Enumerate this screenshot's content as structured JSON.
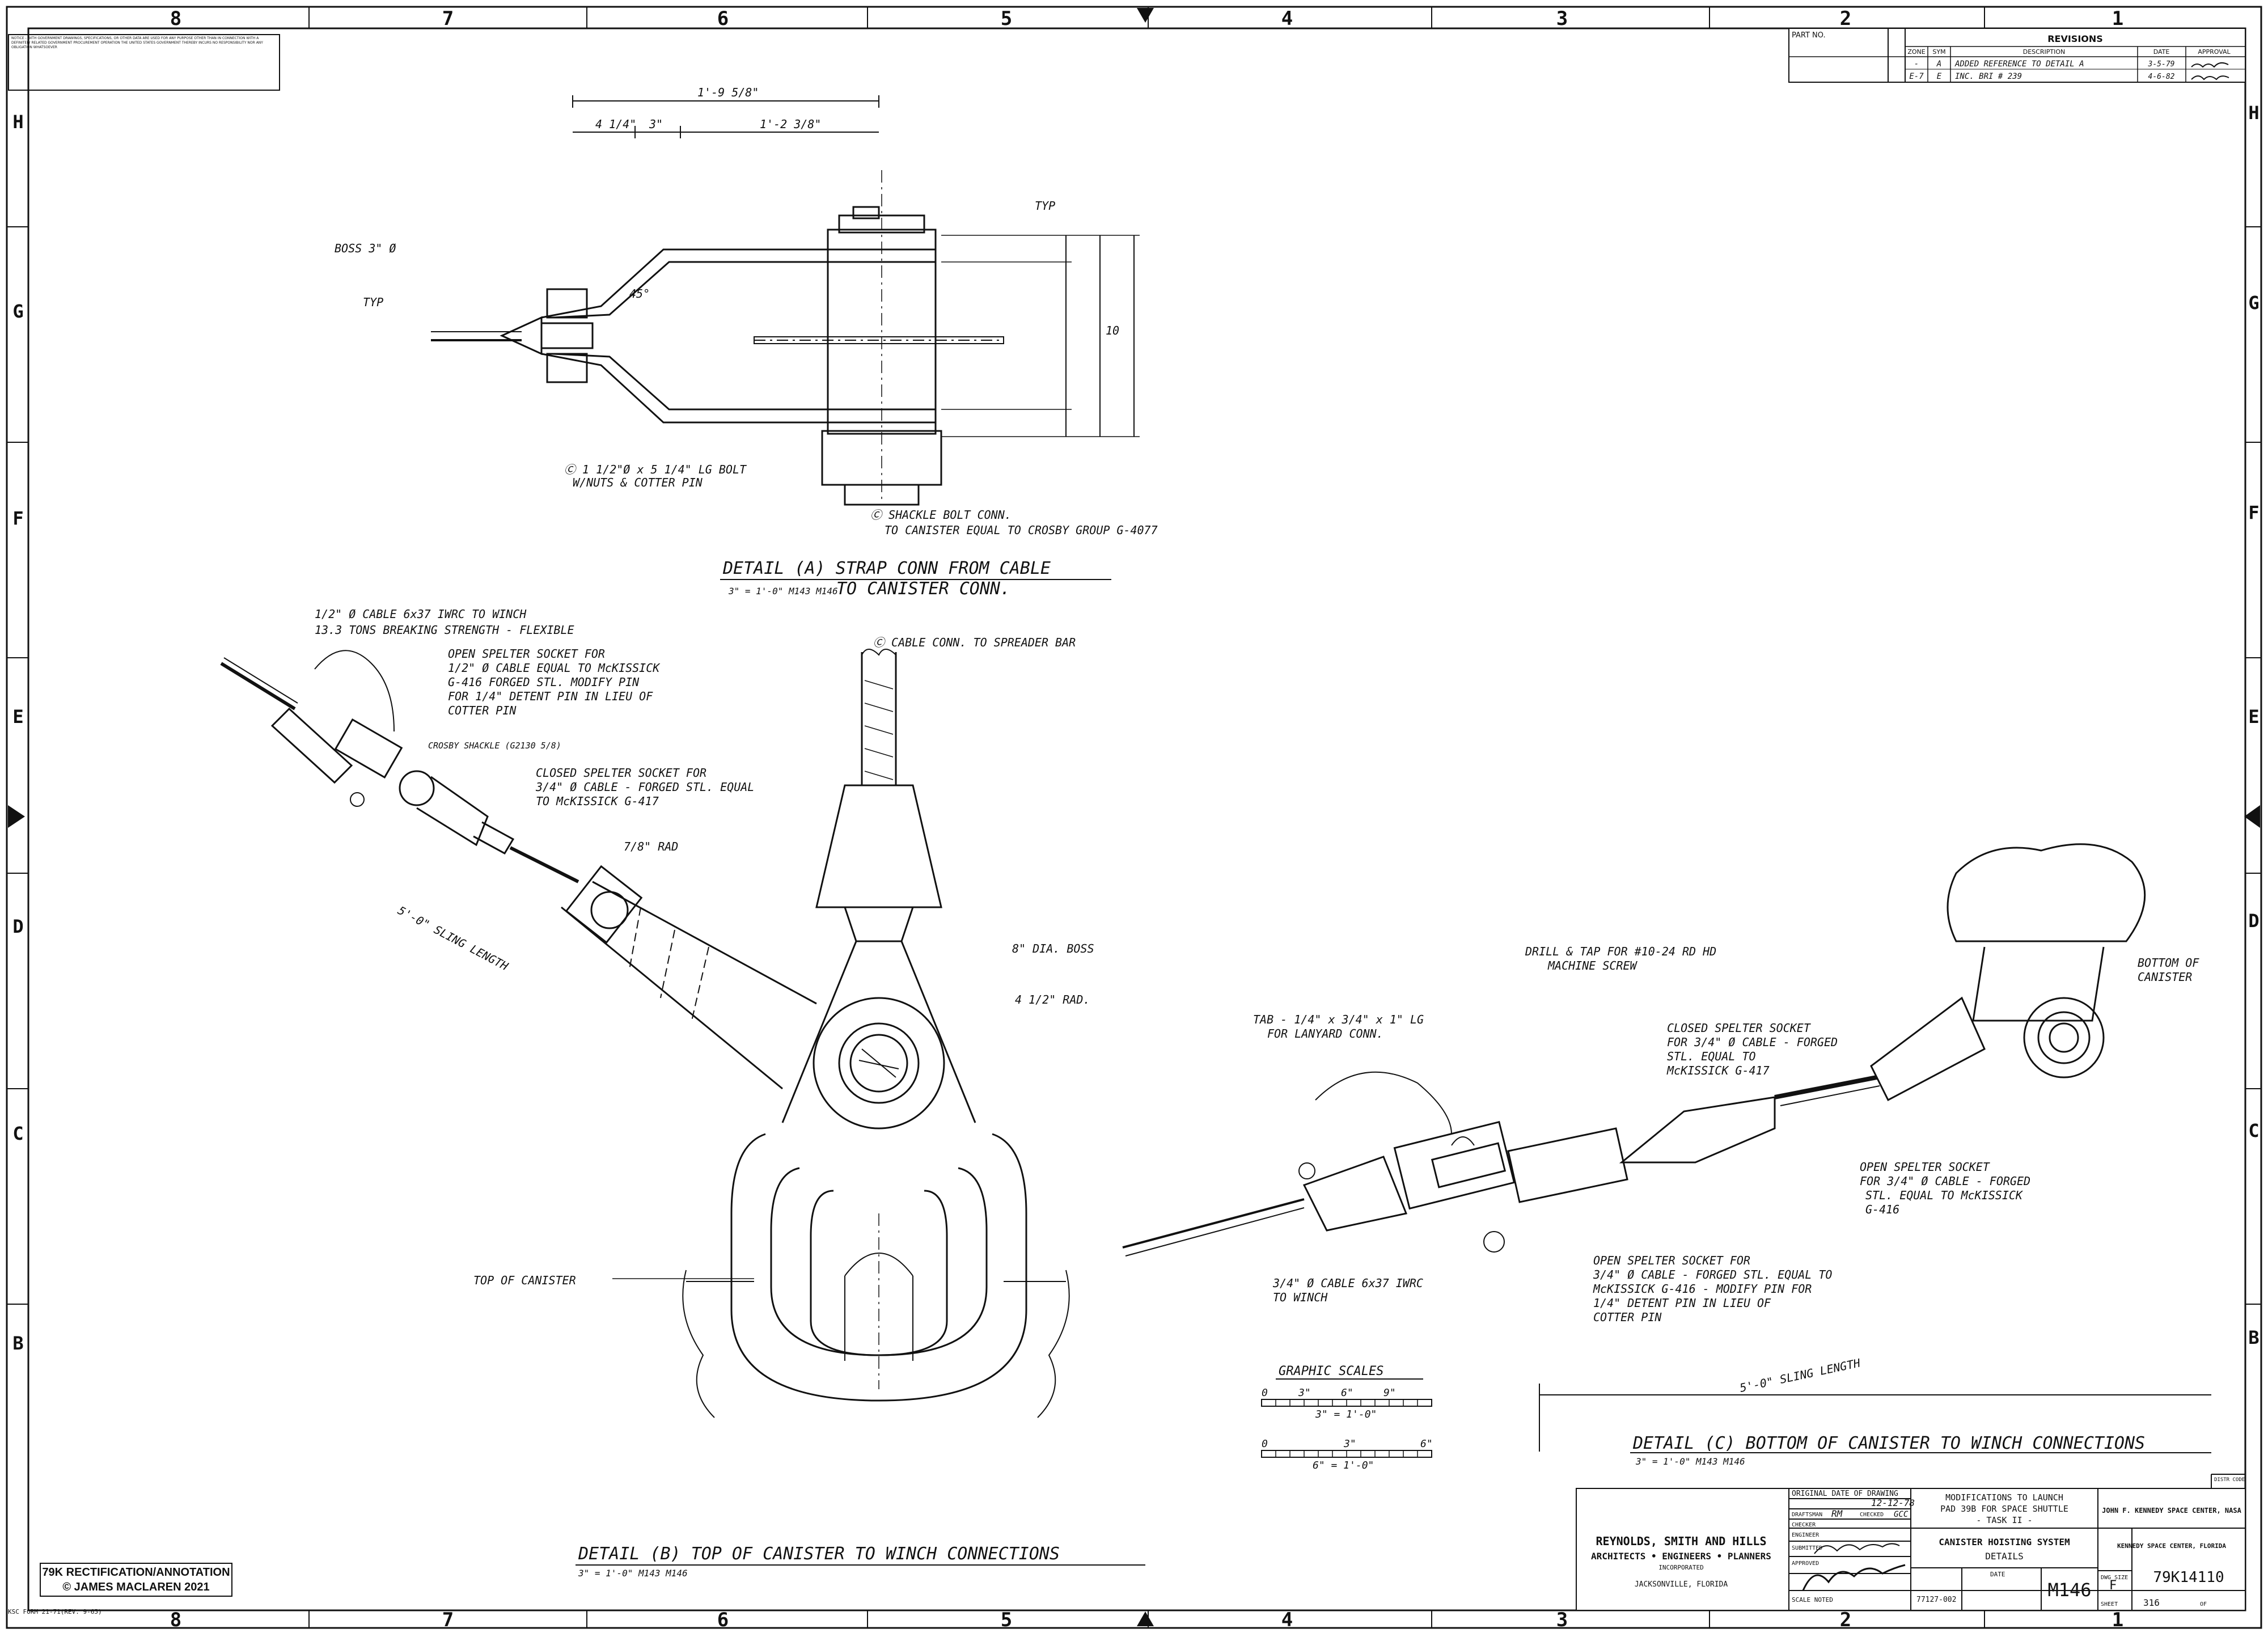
{
  "border": {
    "columns": [
      "8",
      "7",
      "6",
      "5",
      "4",
      "3",
      "2",
      "1"
    ],
    "rows": [
      "H",
      "G",
      "F",
      "E",
      "D",
      "C",
      "B"
    ]
  },
  "notice": "NOTICE - WITH GOVERNMENT DRAWINGS, SPECIFICATIONS, OR OTHER DATA ARE USED FOR ANY PURPOSE OTHER THAN IN CONNECTION WITH A DEFINITELY RELATED GOVERNMENT PROCUREMENT OPERATION THE UNITED STATES GOVERNMENT THEREBY INCURS NO RESPONSIBILITY NOR ANY OBLIGATION WHATSOEVER",
  "revisions": {
    "part_no_label": "PART NO.",
    "title": "REVISIONS",
    "headers": [
      "ZONE",
      "SYM",
      "DESCRIPTION",
      "DATE",
      "APPROVAL"
    ],
    "rows": [
      {
        "zone": "-",
        "sym": "A",
        "desc": "ADDED REFERENCE TO DETAIL A",
        "date": "3-5-79",
        "appr": ""
      },
      {
        "zone": "E-7",
        "sym": "E",
        "desc": "INC. BRI # 239",
        "date": "4-6-82",
        "appr": ""
      }
    ]
  },
  "detail_a": {
    "dims": [
      "1'-9 5/8\"",
      "4 1/4\"",
      "3\"",
      "1'-2 3/8\""
    ],
    "boss": "BOSS 3\" Ø",
    "typ": "TYP",
    "typ2": "TYP",
    "angle": "45°",
    "dim_10": "10",
    "bolt_note": [
      "Ⓒ 1 1/2\"Ø x 5 1/4\" LG BOLT",
      "W/NUTS & COTTER PIN"
    ],
    "shackle_note": [
      "Ⓒ SHACKLE BOLT CONN.",
      "TO CANISTER EQUAL TO CROSBY GROUP G-4077"
    ],
    "title_line1": "DETAIL (A) STRAP CONN FROM CABLE",
    "title_line2": "TO CANISTER CONN.",
    "scale": "3\" = 1'-0\"  M143 M146"
  },
  "detail_b": {
    "cable_note": [
      "1/2\" Ø CABLE 6x37 IWRC TO WINCH",
      "13.3 TONS BREAKING STRENGTH - FLEXIBLE"
    ],
    "open_socket_note": [
      "OPEN SPELTER SOCKET FOR",
      "1/2\" Ø CABLE EQUAL TO McKISSICK",
      "G-416 FORGED STL. MODIFY PIN",
      "FOR 1/4\" DETENT PIN IN LIEU OF",
      "COTTER PIN"
    ],
    "crosby": "CROSBY SHACKLE (G2130 5/8)",
    "closed_socket_note": [
      "CLOSED SPELTER SOCKET FOR",
      "3/4\" Ø CABLE - FORGED STL. EQUAL",
      "TO McKISSICK G-417"
    ],
    "rad": "7/8\" RAD",
    "sling": "5'-0\" SLING LENGTH",
    "spreader": "Ⓒ CABLE CONN. TO SPREADER BAR",
    "boss": "8\" DIA. BOSS",
    "rad2": "4 1/2\" RAD.",
    "top": "TOP OF CANISTER",
    "title": "DETAIL (B) TOP OF CANISTER TO WINCH CONNECTIONS",
    "scale": "3\" = 1'-0\"  M143 M146"
  },
  "detail_c": {
    "drill": [
      "DRILL & TAP FOR #10-24 RD HD",
      "MACHINE SCREW"
    ],
    "tab": [
      "TAB - 1/4\" x 3/4\" x 1\" LG",
      "FOR LANYARD CONN."
    ],
    "closed_socket": [
      "CLOSED SPELTER SOCKET",
      "FOR 3/4\" Ø CABLE - FORGED",
      "STL. EQUAL TO",
      "McKISSICK G-417"
    ],
    "bottom": [
      "BOTTOM OF",
      "CANISTER"
    ],
    "open_socket": [
      "OPEN SPELTER SOCKET",
      "FOR 3/4\" Ø CABLE - FORGED",
      "STL. EQUAL TO McKISSICK",
      "G-416"
    ],
    "cable": [
      "3/4\" Ø CABLE 6x37 IWRC",
      "TO WINCH"
    ],
    "open_socket2": [
      "OPEN SPELTER SOCKET FOR",
      "3/4\" Ø CABLE - FORGED STL. EQUAL TO",
      "McKISSICK G-416 - MODIFY PIN FOR",
      "1/4\" DETENT PIN IN LIEU OF",
      "COTTER PIN"
    ],
    "sling": "5'-0\" SLING LENGTH",
    "title": "DETAIL (C) BOTTOM OF CANISTER TO WINCH CONNECTIONS",
    "scale": "3\" = 1'-0\"  M143 M146"
  },
  "graphic_scales": {
    "title": "GRAPHIC SCALES",
    "scale1_ticks": [
      "0",
      "3\"",
      "6\"",
      "9\""
    ],
    "scale1_label": "3\" = 1'-0\"",
    "scale2_ticks": [
      "0",
      "3\"",
      "6\""
    ],
    "scale2_label": "6\" = 1'-0\""
  },
  "title_block": {
    "orig_date_label": "ORIGINAL DATE OF DRAWING",
    "orig_date": "12-12-78",
    "draftsman_label": "DRAFTSMAN",
    "draftsman": "RM",
    "checked_label": "CHECKED",
    "checked": "GCC",
    "checker_label": "CHECKER",
    "engineer_label": "ENGINEER",
    "submitted_label": "SUBMITTED",
    "approved_label": "APPROVED",
    "project": [
      "MODIFICATIONS TO LAUNCH",
      "PAD 39B FOR SPACE SHUTTLE",
      "- TASK II -"
    ],
    "org1": "JOHN F. KENNEDY SPACE CENTER, NASA",
    "org2": "KENNEDY SPACE CENTER, FLORIDA",
    "dwg_title": [
      "CANISTER HOISTING SYSTEM",
      "DETAILS"
    ],
    "firm": [
      "REYNOLDS, SMITH AND HILLS",
      "ARCHITECTS • ENGINEERS • PLANNERS",
      "INCORPORATED",
      "JACKSONVILLE, FLORIDA"
    ],
    "sheet_code": "M146",
    "size_label": "DWG SIZE",
    "size": "F",
    "dwg_no": "79K14110",
    "scale_label": "SCALE NOTED",
    "job": "77127-002",
    "date_label": "DATE",
    "sheet_label": "SHEET",
    "sheet": "316",
    "of_label": "OF",
    "code_label": "DISTR CODE"
  },
  "credit": [
    "79K RECTIFICATION/ANNOTATION",
    "© JAMES MACLAREN 2021"
  ],
  "form_no": "KSC FORM 21-71(REV. 9-65)"
}
